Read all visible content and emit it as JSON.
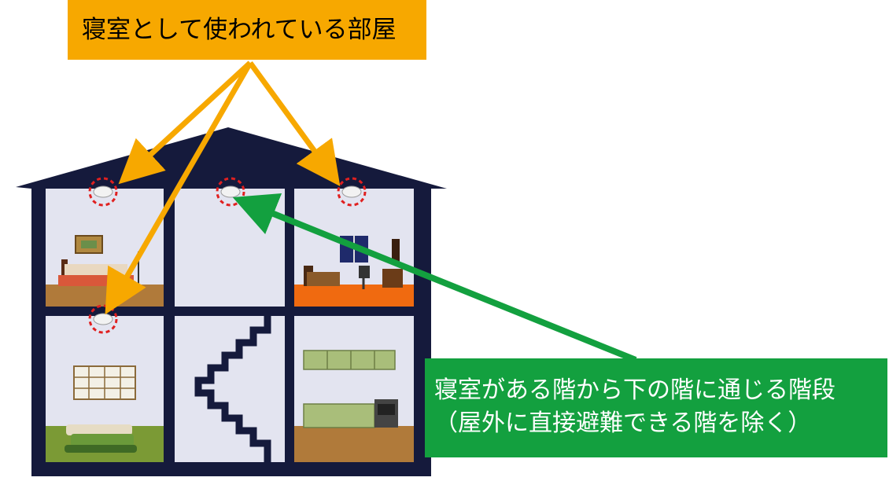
{
  "labels": {
    "bedroom_rooms": "寝室として使われている部屋",
    "stairs_line1": "寝室がある階から下の階に通じる階段",
    "stairs_line2": "（屋外に直接避難できる階を除く）"
  },
  "colors": {
    "house_frame": "#151a3c",
    "room_wall": "#e3e4f0",
    "bedroom_callout": "#f7a800",
    "stairs_callout": "#13a03f",
    "detector_ring": "#e02020",
    "wood_floor": "#b07a3a",
    "orange_floor": "#f06a10",
    "tatami_floor": "#7b9a35"
  },
  "icons": [
    "smoke-detector-icon",
    "bed-icon",
    "desk-chair-icon",
    "futon-icon",
    "kitchen-counter-icon",
    "staircase-icon"
  ]
}
